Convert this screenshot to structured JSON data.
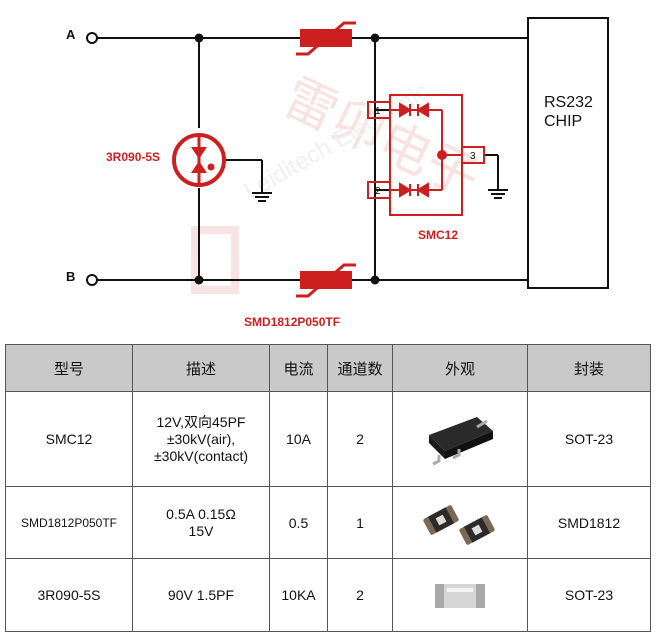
{
  "diagram": {
    "terminal_a": "A",
    "terminal_b": "B",
    "gdt_label": "3R090-5S",
    "tvs_label": "SMC12",
    "ptc_label": "SMD1812P050TF",
    "chip_line1": "RS232",
    "chip_line2": "CHIP",
    "pin1": "1",
    "pin2": "2",
    "pin3": "3",
    "watermark_cn": "雷卯电子",
    "watermark_en": "Leiditech Electronic",
    "colors": {
      "component_red": "#cc1f1f",
      "wire": "#111111"
    }
  },
  "table": {
    "headers": [
      "型号",
      "描述",
      "电流",
      "通道数",
      "外观",
      "封装"
    ],
    "rows": [
      {
        "model": "SMC12",
        "desc": [
          "12V,双向45PF",
          "±30kV(air),",
          "±30kV(contact)"
        ],
        "current": "10A",
        "channels": "2",
        "appearance": "sot23-chip-icon",
        "package": "SOT-23"
      },
      {
        "model": "SMD1812P050TF",
        "desc": [
          "0.5A  0.15Ω",
          "15V"
        ],
        "current": "0.5",
        "channels": "1",
        "appearance": "smd1812-chip-icon",
        "package": "SMD1812"
      },
      {
        "model": "3R090-5S",
        "desc": [
          "90V 1.5PF"
        ],
        "current": "10KA",
        "channels": "2",
        "appearance": "gdt-tube-icon",
        "package": "SOT-23"
      }
    ]
  }
}
